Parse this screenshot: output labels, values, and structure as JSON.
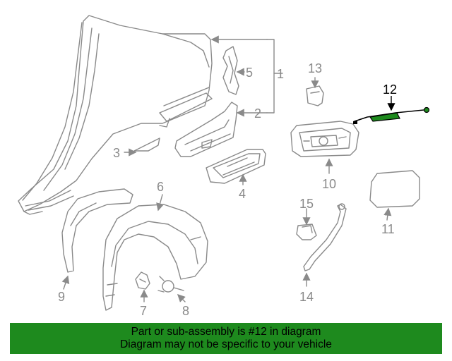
{
  "diagram": {
    "callouts": [
      {
        "id": "1",
        "label": "1"
      },
      {
        "id": "2",
        "label": "2"
      },
      {
        "id": "3",
        "label": "3"
      },
      {
        "id": "4",
        "label": "4"
      },
      {
        "id": "5",
        "label": "5"
      },
      {
        "id": "6",
        "label": "6"
      },
      {
        "id": "7",
        "label": "7"
      },
      {
        "id": "8",
        "label": "8"
      },
      {
        "id": "9",
        "label": "9"
      },
      {
        "id": "10",
        "label": "10"
      },
      {
        "id": "11",
        "label": "11"
      },
      {
        "id": "12",
        "label": "12",
        "highlighted": true
      },
      {
        "id": "13",
        "label": "13"
      },
      {
        "id": "14",
        "label": "14"
      },
      {
        "id": "15",
        "label": "15"
      }
    ],
    "colors": {
      "line": "#8a8a8a",
      "highlight": "#000000",
      "highlight_part": "#1e8a1e",
      "banner": "#1e8a1e"
    }
  },
  "banner": {
    "line1": "Part or sub-assembly is #12 in diagram",
    "line2": "Diagram may not be specific to your vehicle"
  }
}
